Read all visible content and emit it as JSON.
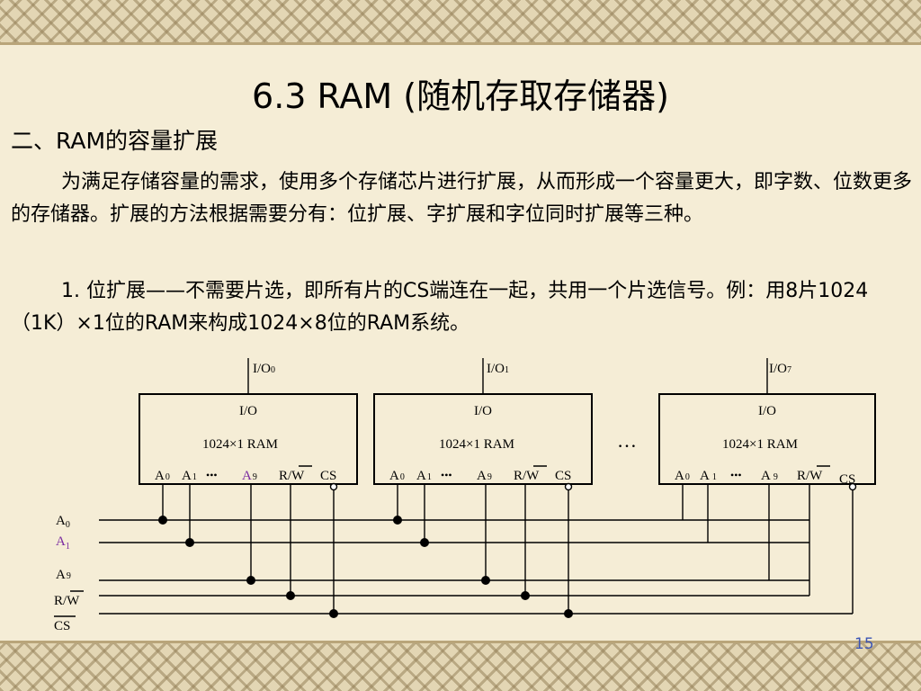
{
  "slide": {
    "title": "6.3  RAM (随机存取存储器)",
    "heading": "二、RAM的容量扩展",
    "paragraph1": "为满足存储容量的需求，使用多个存储芯片进行扩展，从而形成一个容量更大，即字数、位数更多的存储器。扩展的方法根据需要分有：位扩展、字扩展和字位同时扩展等三种。",
    "paragraph2": "1. 位扩展——不需要片选，即所有片的CS端连在一起，共用一个片选信号。例：用8片1024（1K）×1位的RAM来构成1024×8位的RAM系统。",
    "page_number": "15"
  },
  "diagram": {
    "chips": [
      {
        "io_out": "I/O",
        "io_out_sub": "0",
        "io_label": "I/O",
        "capacity": "1024×1 RAM"
      },
      {
        "io_out": "I/O",
        "io_out_sub": "1",
        "io_label": "I/O",
        "capacity": "1024×1 RAM"
      },
      {
        "io_out": "I/O",
        "io_out_sub": "7",
        "io_label": "I/O",
        "capacity": "1024×1 RAM"
      }
    ],
    "pins": {
      "a": "A",
      "sub0": "0",
      "sub1": "1",
      "sub9": "9",
      "dots": "•••",
      "rw": "R/W",
      "cs": "CS"
    },
    "ellipsis": "…",
    "bus": {
      "a": "A",
      "sub0": "0",
      "sub1": "1",
      "sub9": "9",
      "rw": "R/W",
      "cs": "CS"
    },
    "colors": {
      "line": "#000000",
      "highlight": "#7a2ba0",
      "page_number": "#3c55b4"
    }
  }
}
